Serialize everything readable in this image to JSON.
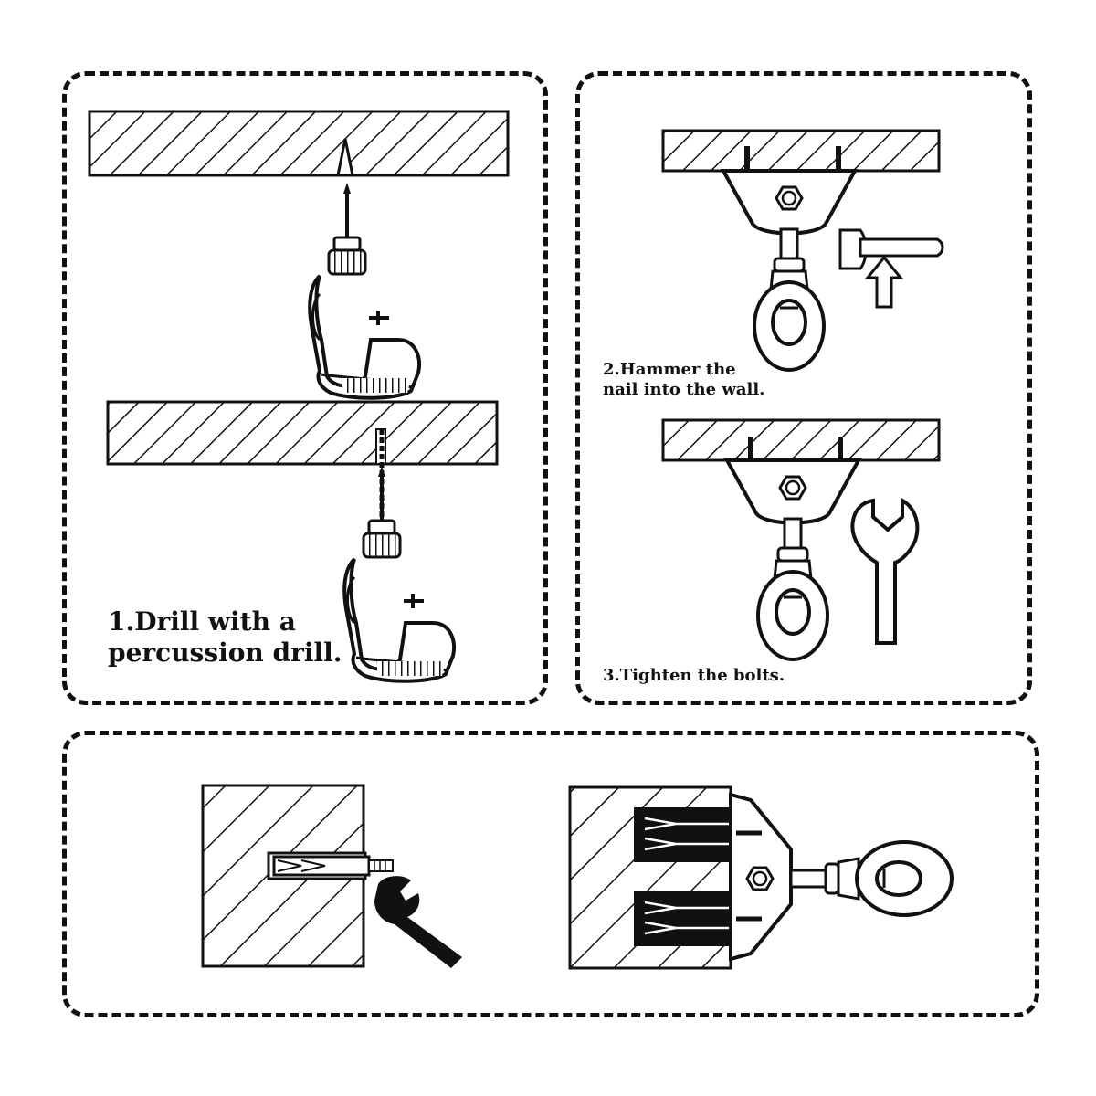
{
  "steps": {
    "step1": {
      "line1": "1.Drill with a",
      "line2": "percussion drill."
    },
    "step2": {
      "line1": "2.Hammer the",
      "line2": "nail into the wall."
    },
    "step3": {
      "line1": "3.Tighten the bolts."
    }
  },
  "icons": [
    "drill-icon",
    "hammer-icon",
    "arrow-up-icon",
    "wrench-icon",
    "swivel-hook-icon",
    "expansion-bolt-icon",
    "hex-nut-icon"
  ],
  "colors": {
    "line": "#111111",
    "background": "#ffffff"
  }
}
